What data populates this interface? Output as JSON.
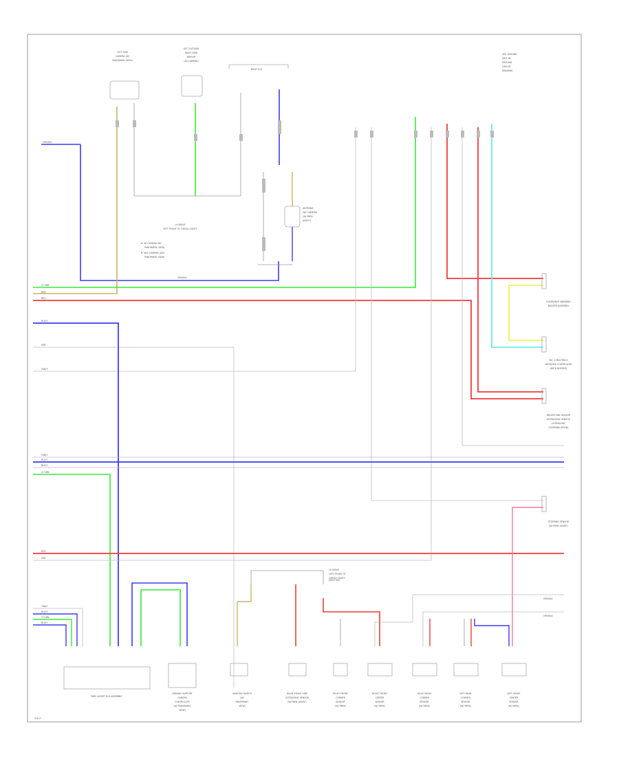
{
  "diagram": {
    "top_labels": {
      "left_camera": [
        "LEFT SIDE",
        "CAMERA (W/",
        "PANORAMIC VIEW)"
      ],
      "left_mirror": [
        "LEFT OUTSIDE",
        "REAR VIEW",
        "MIRROR",
        "(W/ CAMERA)"
      ],
      "body_ecu": "BODY ECU",
      "right_stack": [
        "SEE GROUND",
        "DIST. IN",
        "GROUND",
        "CIRCUIT",
        "DIAGRAM"
      ]
    },
    "wire_labels": {
      "left_top": "GRY/BLK",
      "mid_top": "GRY/BLK",
      "row_green": "LT GRN",
      "row_red1": "RED",
      "row_red2": "RED",
      "row_blue": "BLU/Y",
      "row_gray": "GRY",
      "row_tan": "TAN/Y",
      "row_multi": [
        "TAN/Y",
        "BLU/Y",
        "BLU/Y",
        "LT GRN"
      ],
      "row_red3": "RED",
      "row_gray2": "GRY",
      "bottom_left": [
        "TAN/Y",
        "BLU/Y",
        "LT GRN",
        "BLU/Y"
      ],
      "mid_junction": "JUNCTION",
      "bottom_right": [
        "GRY/BLK",
        "GRY/BLK"
      ]
    },
    "callouts": {
      "lhd_note": [
        "LH DRIVE",
        "LEFT FRONT OF CARGO CAVITY"
      ],
      "note_lines": [
        "A: W/ CAMERA (W/",
        "PANORAMIC VIEW)",
        "B: W/O CAMERA (W/O",
        "PANORAMIC VIEW)"
      ],
      "sensor": [
        "ANTENNA",
        "(W/ CAMERA)",
        "(W/ PARK",
        "ASSIST)"
      ],
      "junction_note": [
        "LH DRIVE",
        "LEFT FRONT OF",
        "CARGO CAVITY"
      ]
    },
    "right_components": [
      [
        "CLEARANCE WARNING",
        "BUZZER ASSEMBLY"
      ],
      [
        "NO. 2 MULTIPLEX",
        "NETWORK CONTROLLER",
        "(WITH BUZZER)"
      ],
      [
        "DRIVER SIDE SENSOR",
        "ULTRASONIC SENSOR",
        "(ULTRASONIC",
        "COMMUNICATION)"
      ],
      [
        "STEERING SENSOR",
        "(W/ PARK ASSIST)"
      ]
    ],
    "bottom_components": [
      [
        "PARK ASSIST ECU ASSEMBLY"
      ],
      [
        "DRIVING SUPPORT",
        "CAMERA",
        "CONTROLLER",
        "(W/ PANORAMIC",
        "VIEW)"
      ],
      [
        "IGNITION SWITCH",
        "(W/",
        "PANORAMIC",
        "VIEW)"
      ],
      [
        "RIGHT FRONT SIDE",
        "ULTRASONIC SENSOR",
        "(W/ PARK ASSIST)"
      ],
      [
        "RIGHT FRONT",
        "CORNER",
        "SENSOR",
        "(W/ PARK)"
      ],
      [
        "RIGHT FRONT",
        "CENTER",
        "SENSOR",
        "(W/ PARK)"
      ],
      [
        "RIGHT REAR",
        "CORNER",
        "SENSOR",
        "(W/ PARK)"
      ],
      [
        "LEFT REAR",
        "CORNER",
        "SENSOR",
        "(W/ PARK)"
      ],
      [
        "LEFT FRONT",
        "CENTER",
        "SENSOR",
        "(W/ PARK)"
      ]
    ],
    "page_number": "3 of 4",
    "colors": {
      "blue": "#3a3af2",
      "green": "#38e838",
      "red": "#f03a3a",
      "tan": "#c8b45a",
      "cyan": "#55e8e8",
      "yellow": "#f0f044",
      "gray": "#b0b0b0",
      "pink": "#f07a9a"
    }
  }
}
